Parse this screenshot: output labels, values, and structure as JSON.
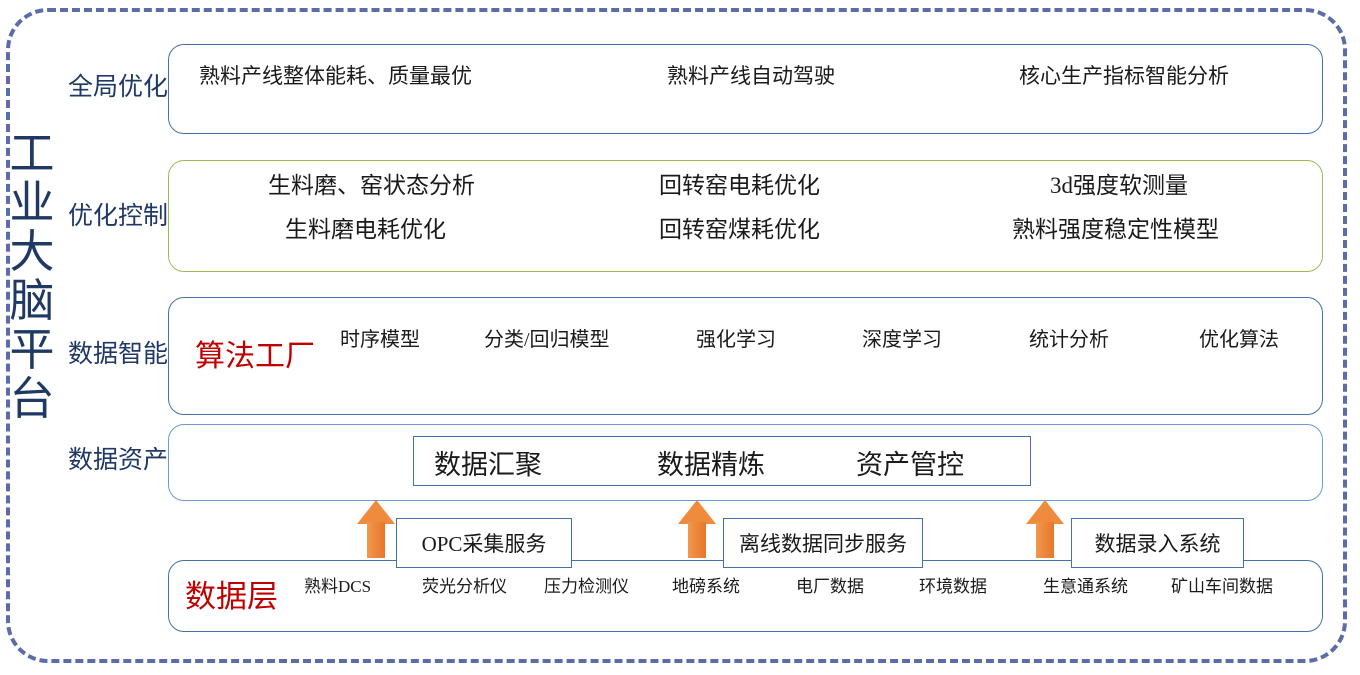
{
  "platform": {
    "vertical_title": "工业大脑平台"
  },
  "tiers": [
    {
      "label": "全局优化"
    },
    {
      "label": "优化控制"
    },
    {
      "label": "数据智能"
    },
    {
      "label": "数据资产"
    }
  ],
  "row_global_optimization": {
    "items": [
      "熟料产线整体能耗、质量最优",
      "熟料产线自动驾驶",
      "核心生产指标智能分析"
    ]
  },
  "row_optimization_control": {
    "line_a": [
      "生料磨、窑状态分析",
      "回转窑电耗优化",
      "3d强度软测量"
    ],
    "line_b": [
      "生料磨电耗优化",
      "回转窑煤耗优化",
      "熟料强度稳定性模型"
    ]
  },
  "row_data_intelligence": {
    "highlight": "算法工厂",
    "items": [
      "时序模型",
      "分类/回归模型",
      "强化学习",
      "深度学习",
      "统计分析",
      "优化算法"
    ]
  },
  "row_data_assets": {
    "inner_items": [
      "数据汇聚",
      "数据精炼",
      "资产管控"
    ]
  },
  "services": [
    "OPC采集服务",
    "离线数据同步服务",
    "数据录入系统"
  ],
  "row_data_layer": {
    "title": "数据层",
    "items": [
      "熟料DCS",
      "荧光分析仪",
      "压力检测仪",
      "地磅系统",
      "电厂数据",
      "环境数据",
      "生意通系统",
      "矿山车间数据"
    ]
  },
  "colors": {
    "frame_dashed": "#5b6ca8",
    "navy_text": "#1f3864",
    "box_blue": "#4472a8",
    "box_green": "#9bbb59",
    "accent_red": "#c00000",
    "arrow_orange": "#ee8b3c"
  }
}
